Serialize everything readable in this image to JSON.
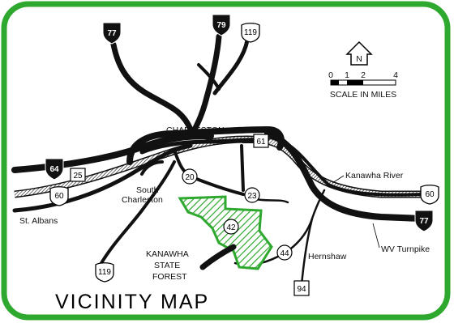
{
  "map": {
    "title": "VICINITY MAP",
    "frame_color": "#2ea82e",
    "forest_color": "#2ea82e",
    "road_color": "#111111",
    "north_label": "N",
    "scale": {
      "ticks": [
        "0",
        "1",
        "2",
        "4"
      ],
      "label": "SCALE IN MILES"
    },
    "places": {
      "charleston": "CHARLESTON",
      "south_charleston_1": "South",
      "south_charleston_2": "Charleston",
      "st_albans": "St. Albans",
      "kanawha_river": "Kanawha River",
      "wv_turnpike": "WV Turnpike",
      "hernshaw": "Hernshaw",
      "forest_1": "KANAWHA",
      "forest_2": "STATE",
      "forest_3": "FOREST"
    },
    "interstates": {
      "i77_north": "77",
      "i79": "79",
      "i64": "64",
      "i77_east": "77"
    },
    "us_routes": {
      "us119_north": "119",
      "us60_west": "60",
      "us60_east": "60",
      "us119_south": "119"
    },
    "state_routes": {
      "wv25": "25",
      "wv61": "61",
      "wv20": "20",
      "wv23": "23",
      "wv42": "42",
      "wv44": "44",
      "wv94": "94"
    }
  }
}
